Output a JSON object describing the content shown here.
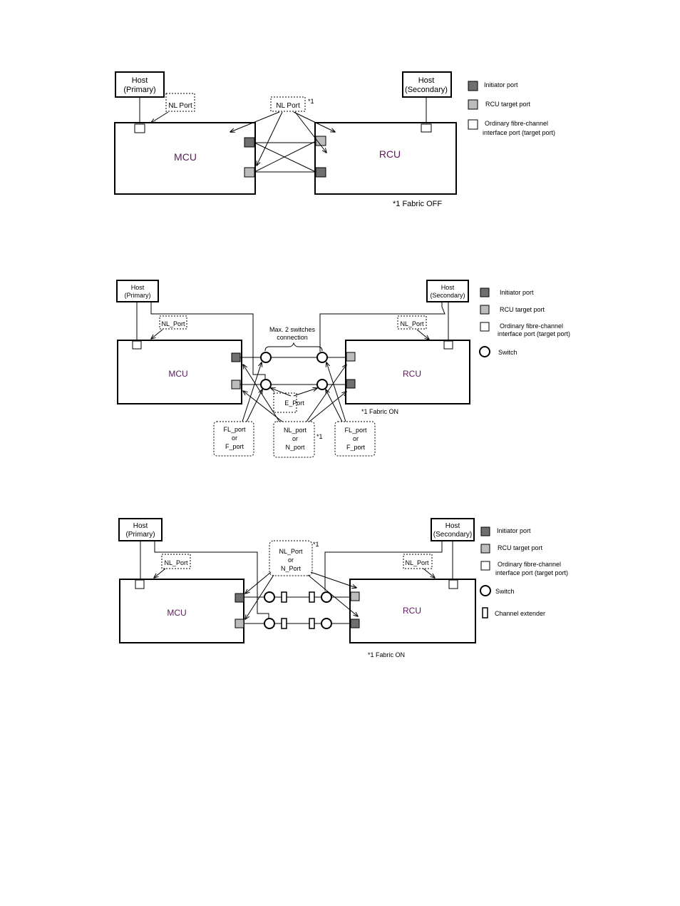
{
  "colors": {
    "initiator": "#6f6f6f",
    "rcu_target": "#bcbcbc",
    "ordinary": "#ffffff"
  },
  "icons": {
    "switch": "circle",
    "extender": "rectangle",
    "arrow": "arrowhead"
  },
  "diagram1": {
    "host_primary": [
      "Host",
      "(Primary)"
    ],
    "host_secondary": [
      "Host",
      "(Secondary)"
    ],
    "mcu": "MCU",
    "rcu": "RCU",
    "nl_port_left": "NL  Port",
    "nl_port_center": "NL  Port",
    "note_mark": "*1",
    "footnote": "*1 Fabric OFF",
    "legend": {
      "initiator": "Initiator port",
      "rcu_target": "RCU target port",
      "ordinary": [
        "Ordinary fibre-channel",
        "interface port (target port)"
      ]
    }
  },
  "diagram2": {
    "host_primary": [
      "Host",
      "(Primary)"
    ],
    "host_secondary": [
      "Host",
      "(Secondary)"
    ],
    "mcu": "MCU",
    "rcu": "RCU",
    "nl_port_left": "NL_Port",
    "nl_port_right": "NL_Port",
    "max_switches": [
      "Max. 2 switches",
      "connection"
    ],
    "e_port": "E_Port",
    "fl_port_left": [
      "FL_port",
      "or",
      "F_port"
    ],
    "nl_port_center": [
      "NL_port",
      "or",
      "N_port"
    ],
    "fl_port_right": [
      "FL_port",
      "or",
      "F_port"
    ],
    "note_mark": "*1",
    "footnote": "*1 Fabric ON",
    "legend": {
      "initiator": "Initiator port",
      "rcu_target": "RCU target port",
      "ordinary": [
        "Ordinary fibre-channel",
        "interface port (target port)"
      ],
      "switch": "Switch"
    }
  },
  "diagram3": {
    "host_primary": [
      "Host",
      "(Primary)"
    ],
    "host_secondary": [
      "Host",
      "(Secondary)"
    ],
    "mcu": "MCU",
    "rcu": "RCU",
    "nl_port_left": "NL_Port",
    "nl_port_right": "NL_Port",
    "nl_port_center": [
      "NL_Port",
      "or",
      "N_Port"
    ],
    "note_mark": "*1",
    "footnote": "*1 Fabric ON",
    "legend": {
      "initiator": "Initiator port",
      "rcu_target": "RCU target port",
      "ordinary": [
        "Ordinary fibre-channel",
        "interface port (target port)"
      ],
      "switch": "Switch",
      "extender": "Channel extender"
    }
  }
}
